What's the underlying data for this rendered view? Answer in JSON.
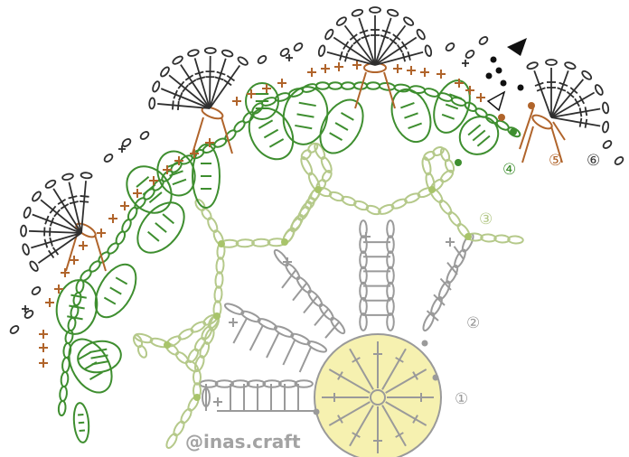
{
  "credit": "@inas.craft",
  "rounds": [
    {
      "label": "①",
      "color": "#9a9a9a"
    },
    {
      "label": "②",
      "color": "#9a9a9a"
    },
    {
      "label": "③",
      "color": "#b5c98a"
    },
    {
      "label": "④",
      "color": "#3e8e2f"
    },
    {
      "label": "⑤",
      "color": "#b0642b"
    },
    {
      "label": "⑥",
      "color": "#3a3a3a"
    }
  ],
  "colors": {
    "center_fill": "#f6f1b0",
    "round1": "#9a9a9a",
    "round2": "#9a9a9a",
    "round3": "#b5c98a",
    "round3_dot": "#a8c46a",
    "round4": "#3e8e2f",
    "round5": "#b0642b",
    "round6": "#2f2f2f"
  },
  "symbols": {
    "start_marker": "filled-triangle",
    "end_marker": "open-triangle"
  }
}
